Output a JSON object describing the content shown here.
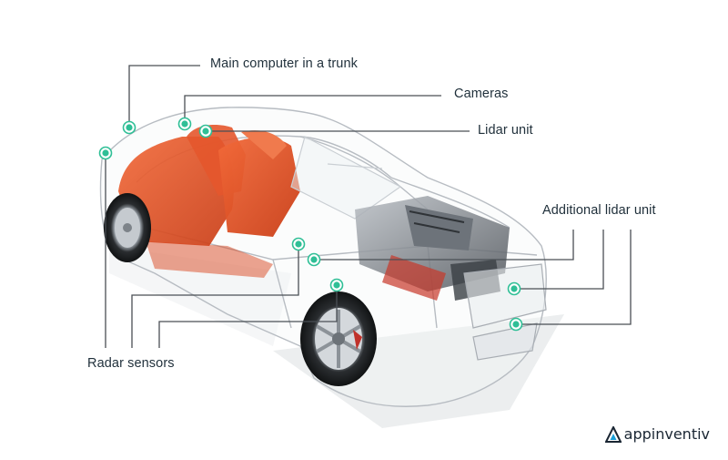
{
  "labels": {
    "main_computer": "Main computer in a trunk",
    "cameras": "Cameras",
    "lidar_unit": "Lidar unit",
    "additional_lidar": "Additional lidar unit",
    "radar_sensors": "Radar sensors"
  },
  "brand": {
    "name": "appinventiv",
    "logo_icon": "triangle-logo-icon"
  },
  "colors": {
    "leader_line": "#4a4f55",
    "sensor_dot": "#2fbf96",
    "seats": "#e8532a",
    "engine": "#8a8f96",
    "text": "#1f2f3a"
  }
}
